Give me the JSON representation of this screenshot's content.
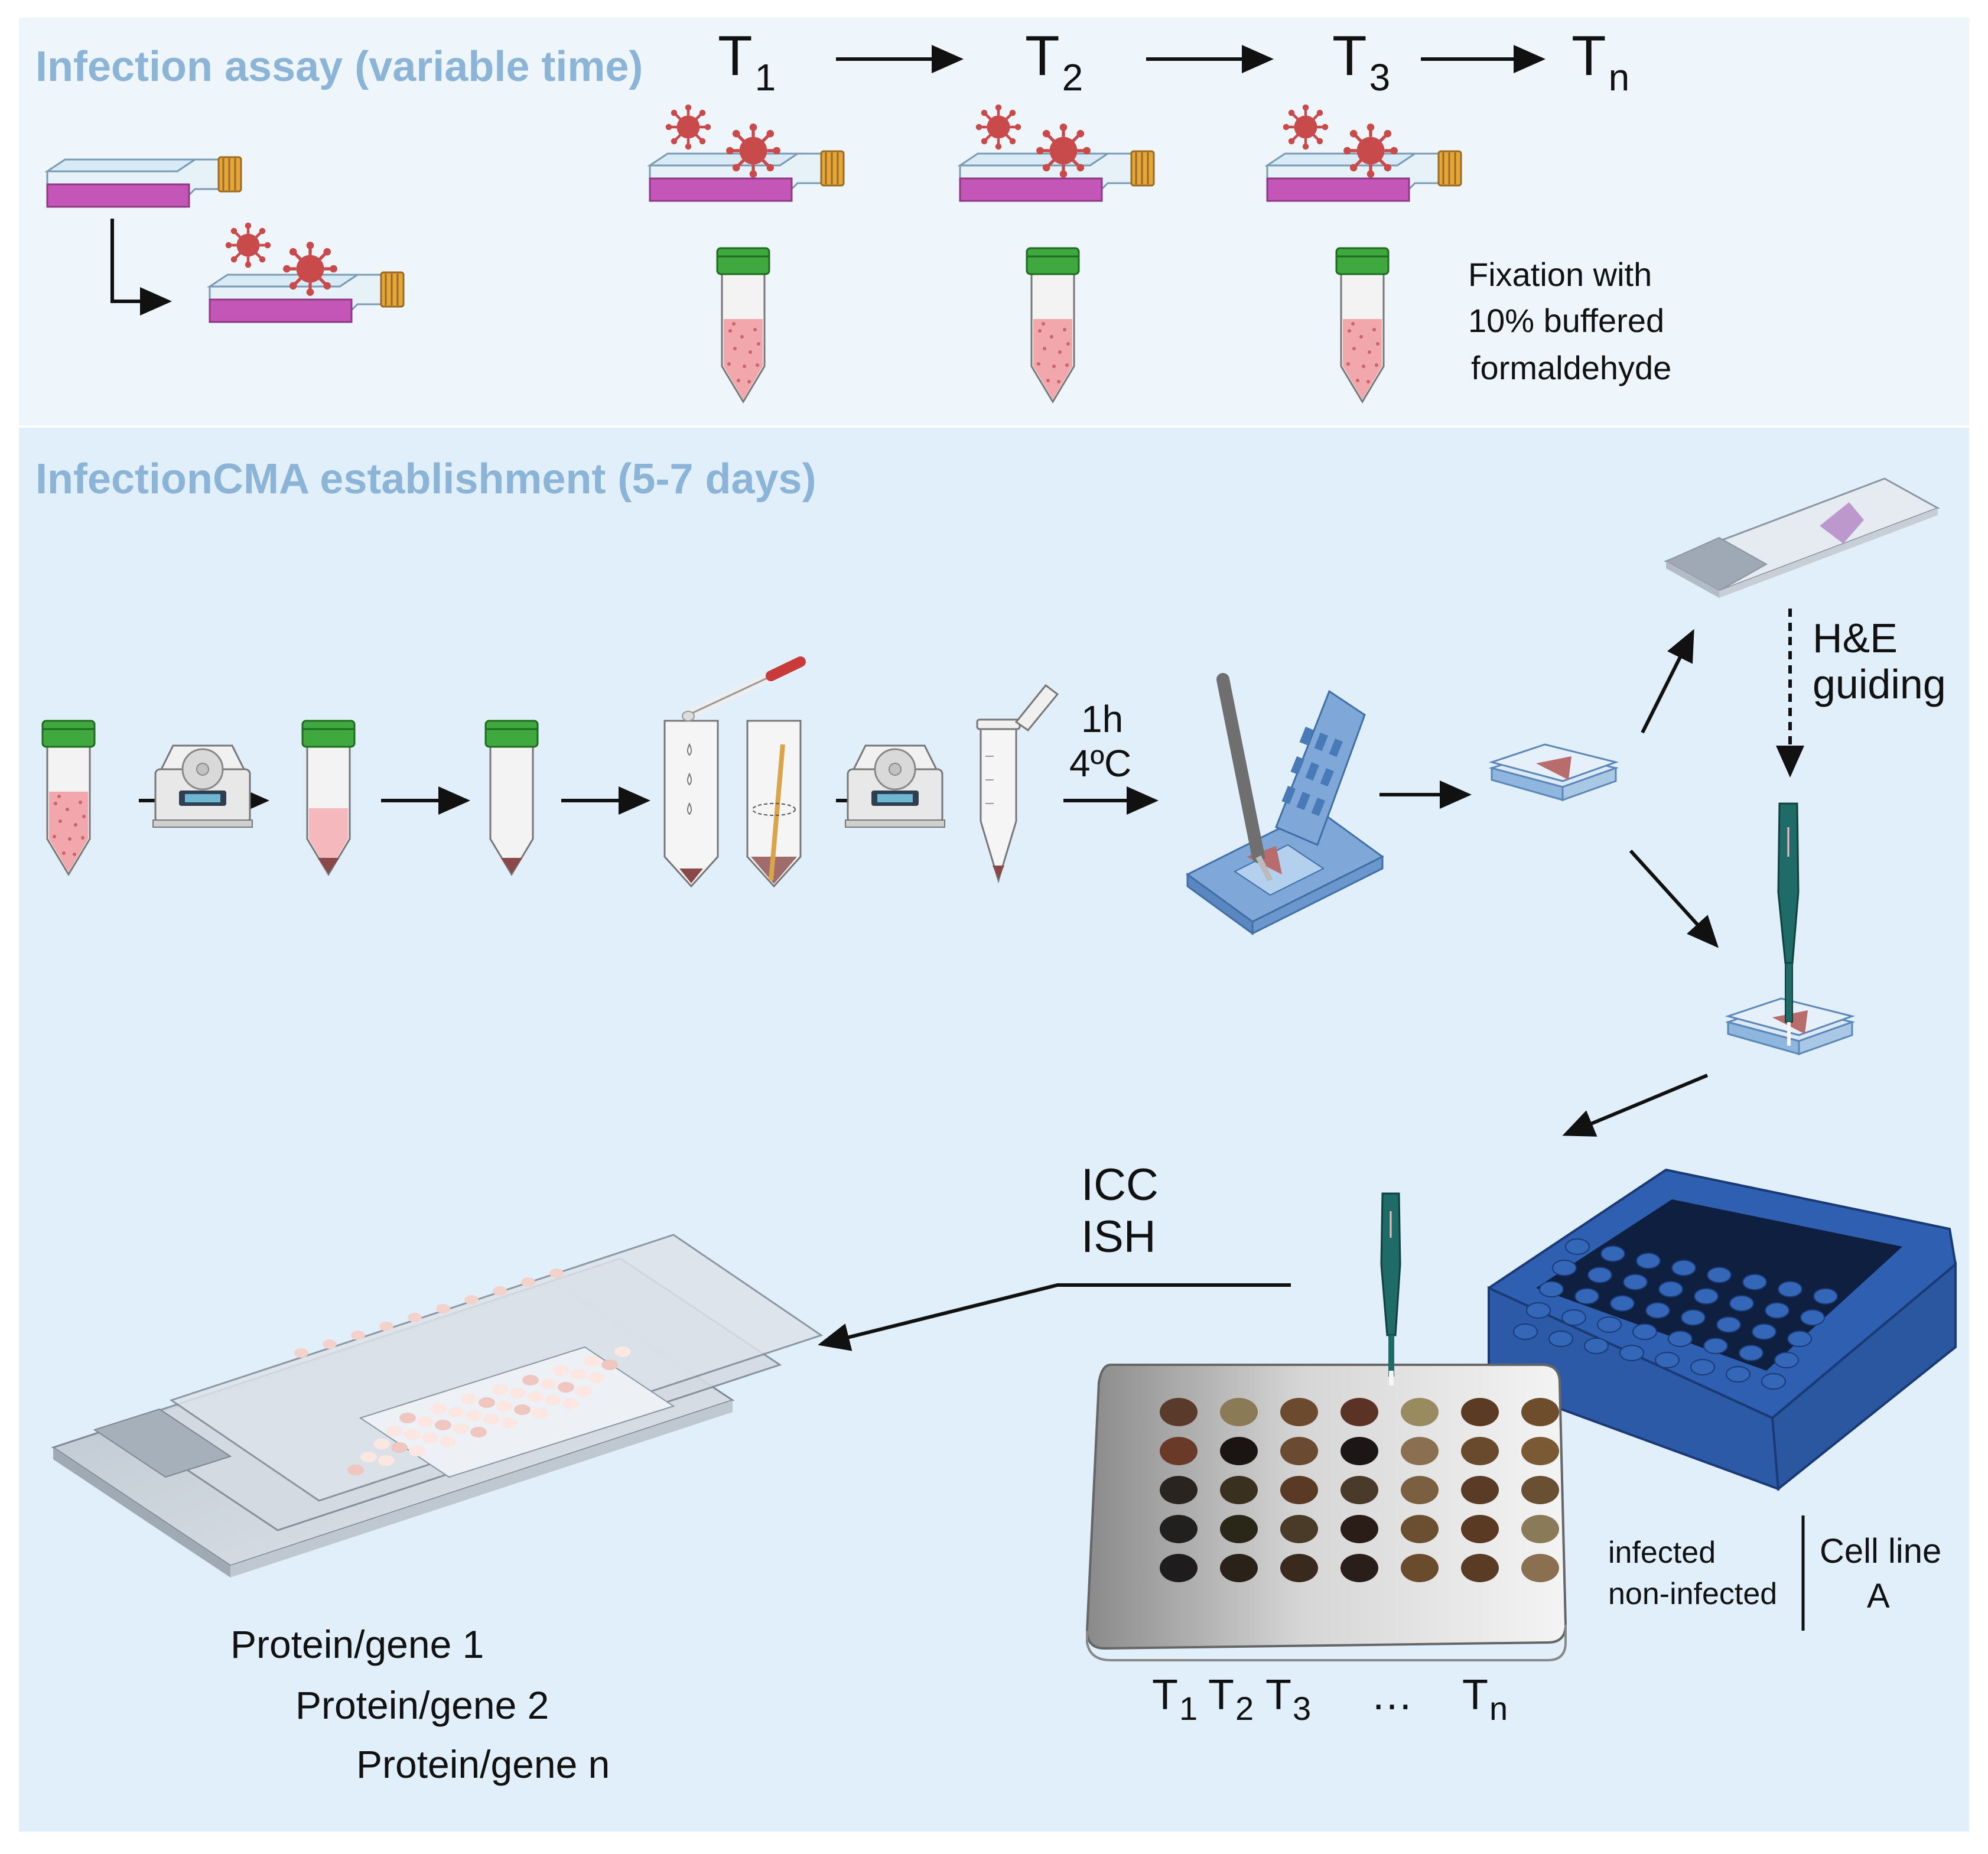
{
  "sections": {
    "infection_assay_title": "Infection assay (variable time)",
    "cma_title": "InfectionCMA establishment (5-7 days)"
  },
  "timepoints": [
    {
      "base": "T",
      "sub": "1"
    },
    {
      "base": "T",
      "sub": "2"
    },
    {
      "base": "T",
      "sub": "3"
    },
    {
      "base": "T",
      "sub": "n"
    }
  ],
  "fixation": [
    "Fixation with",
    "10% buffered",
    "formaldehyde"
  ],
  "incubation": [
    "1h",
    "4ºC"
  ],
  "he_guiding": [
    "H&E",
    "guiding"
  ],
  "stain_methods": [
    "ICC",
    "ISH"
  ],
  "outputs": [
    "Protein/gene 1",
    "Protein/gene 2",
    "Protein/gene n"
  ],
  "array_legend": {
    "rows": [
      "infected",
      "non-infected"
    ],
    "cell_line": [
      "Cell line",
      "A"
    ],
    "columns": [
      {
        "base": "T",
        "sub": "1"
      },
      {
        "base": "T",
        "sub": "2"
      },
      {
        "base": "T",
        "sub": "3"
      },
      {
        "base": "…",
        "sub": ""
      },
      {
        "base": "T",
        "sub": "n"
      }
    ]
  },
  "colors": {
    "top_panel": "#eef6fc",
    "bottom_panel": "#e1effa",
    "section_title": "#8bb4d6",
    "flask_media": "#c456b8",
    "flask_cap": "#e4a53b",
    "virus": "#c94a4a",
    "tube_cap": "#3fa83f",
    "sample_pink": "#f2a7ad",
    "cassette_blue": "#7fa8d8",
    "needle_teal": "#1e6b68",
    "mold_blue": "#2f5fb0"
  }
}
